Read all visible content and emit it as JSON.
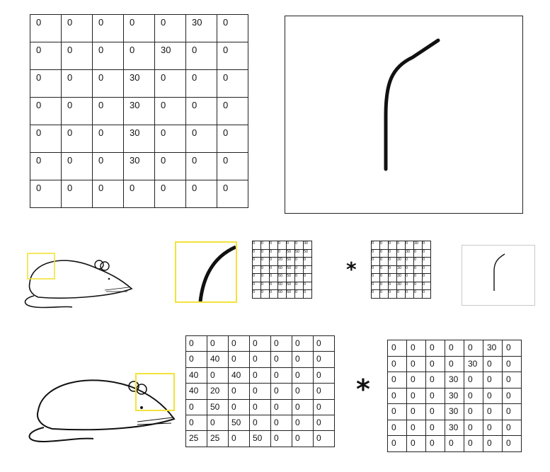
{
  "big_kernel": {
    "rows": [
      [
        "0",
        "0",
        "0",
        "0",
        "0",
        "30",
        "0"
      ],
      [
        "0",
        "0",
        "0",
        "0",
        "30",
        "0",
        "0"
      ],
      [
        "0",
        "0",
        "0",
        "30",
        "0",
        "0",
        "0"
      ],
      [
        "0",
        "0",
        "0",
        "30",
        "0",
        "0",
        "0"
      ],
      [
        "0",
        "0",
        "0",
        "30",
        "0",
        "0",
        "0"
      ],
      [
        "0",
        "0",
        "0",
        "30",
        "0",
        "0",
        "0"
      ],
      [
        "0",
        "0",
        "0",
        "0",
        "0",
        "0",
        "0"
      ]
    ]
  },
  "curve_patch": {
    "rows": [
      [
        "0",
        "0",
        "0",
        "0",
        "0",
        "0",
        "30"
      ],
      [
        "0",
        "0",
        "0",
        "0",
        "50",
        "50",
        "50"
      ],
      [
        "0",
        "0",
        "0",
        "20",
        "50",
        "0",
        "0"
      ],
      [
        "0",
        "0",
        "0",
        "50",
        "50",
        "0",
        "0"
      ],
      [
        "0",
        "0",
        "0",
        "50",
        "50",
        "0",
        "0"
      ],
      [
        "0",
        "0",
        "0",
        "50",
        "50",
        "0",
        "0"
      ],
      [
        "0",
        "0",
        "0",
        "50",
        "50",
        "0",
        "0"
      ]
    ]
  },
  "small_kernel": {
    "rows": [
      [
        "0",
        "0",
        "0",
        "0",
        "0",
        "30",
        "0"
      ],
      [
        "0",
        "0",
        "0",
        "0",
        "30",
        "0",
        "0"
      ],
      [
        "0",
        "0",
        "0",
        "30",
        "0",
        "0",
        "0"
      ],
      [
        "0",
        "0",
        "0",
        "30",
        "0",
        "0",
        "0"
      ],
      [
        "0",
        "0",
        "0",
        "30",
        "0",
        "0",
        "0"
      ],
      [
        "0",
        "0",
        "0",
        "30",
        "0",
        "0",
        "0"
      ],
      [
        "0",
        "0",
        "0",
        "0",
        "0",
        "0",
        "0"
      ]
    ]
  },
  "receptive_field": {
    "rows": [
      [
        "0",
        "0",
        "0",
        "0",
        "0",
        "0",
        "0"
      ],
      [
        "0",
        "40",
        "0",
        "0",
        "0",
        "0",
        "0"
      ],
      [
        "40",
        "0",
        "40",
        "0",
        "0",
        "0",
        "0"
      ],
      [
        "40",
        "20",
        "0",
        "0",
        "0",
        "0",
        "0"
      ],
      [
        "0",
        "50",
        "0",
        "0",
        "0",
        "0",
        "0"
      ],
      [
        "0",
        "0",
        "50",
        "0",
        "0",
        "0",
        "0"
      ],
      [
        "25",
        "25",
        "0",
        "50",
        "0",
        "0",
        "0"
      ]
    ]
  },
  "bottom_kernel": {
    "rows": [
      [
        "0",
        "0",
        "0",
        "0",
        "0",
        "30",
        "0"
      ],
      [
        "0",
        "0",
        "0",
        "0",
        "30",
        "0",
        "0"
      ],
      [
        "0",
        "0",
        "0",
        "30",
        "0",
        "0",
        "0"
      ],
      [
        "0",
        "0",
        "0",
        "30",
        "0",
        "0",
        "0"
      ],
      [
        "0",
        "0",
        "0",
        "30",
        "0",
        "0",
        "0"
      ],
      [
        "0",
        "0",
        "0",
        "30",
        "0",
        "0",
        "0"
      ],
      [
        "0",
        "0",
        "0",
        "0",
        "0",
        "0",
        "0"
      ]
    ]
  },
  "operators": {
    "middle": "*",
    "bottom": "*"
  },
  "colors": {
    "highlight": "#f2e33a",
    "line": "#111111",
    "frame": "#222222",
    "light_frame": "#c8c8c8"
  }
}
